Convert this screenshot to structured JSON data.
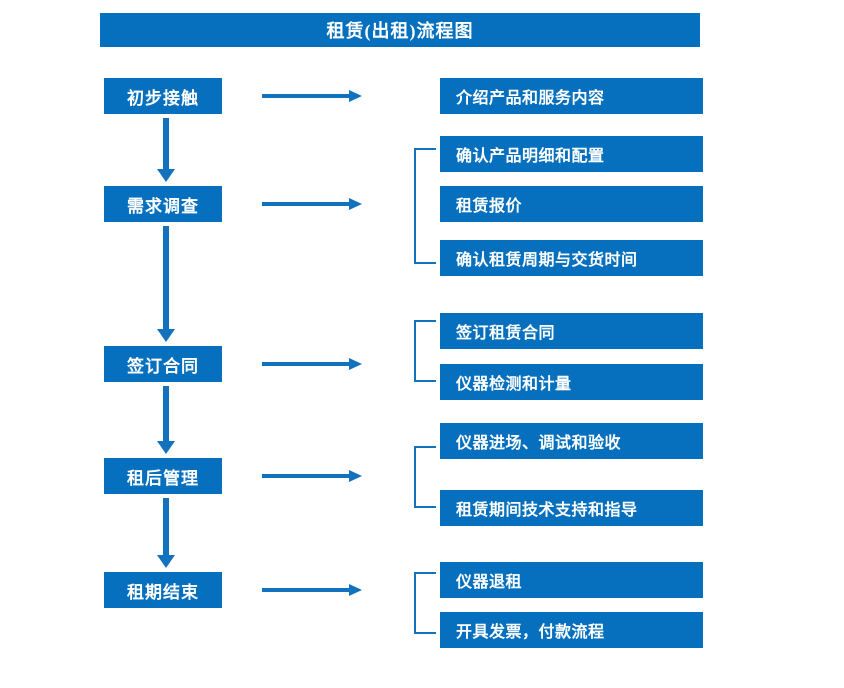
{
  "diagram": {
    "title": "租赁(出租)流程图",
    "colors": {
      "box_fill": "#0670be",
      "box_text": "#ffffff",
      "arrow": "#1272bd",
      "bracket": "#1272bd",
      "background": "#ffffff"
    },
    "stages": [
      {
        "label": "初步接触"
      },
      {
        "label": "需求调查"
      },
      {
        "label": "签订合同"
      },
      {
        "label": "租后管理"
      },
      {
        "label": "租期结束"
      }
    ],
    "groups": [
      {
        "stage": "初步接触",
        "bracketed": false,
        "items": [
          {
            "label": "介绍产品和服务内容"
          }
        ]
      },
      {
        "stage": "需求调查",
        "bracketed": true,
        "items": [
          {
            "label": "确认产品明细和配置"
          },
          {
            "label": "租赁报价"
          },
          {
            "label": "确认租赁周期与交货时间"
          }
        ]
      },
      {
        "stage": "签订合同",
        "bracketed": true,
        "items": [
          {
            "label": "签订租赁合同"
          },
          {
            "label": "仪器检测和计量"
          }
        ]
      },
      {
        "stage": "租后管理",
        "bracketed": true,
        "items": [
          {
            "label": "仪器进场、调试和验收"
          },
          {
            "label": "租赁期间技术支持和指导"
          }
        ]
      },
      {
        "stage": "租期结束",
        "bracketed": true,
        "items": [
          {
            "label": "仪器退租"
          },
          {
            "label": "开具发票，付款流程"
          }
        ]
      }
    ]
  }
}
